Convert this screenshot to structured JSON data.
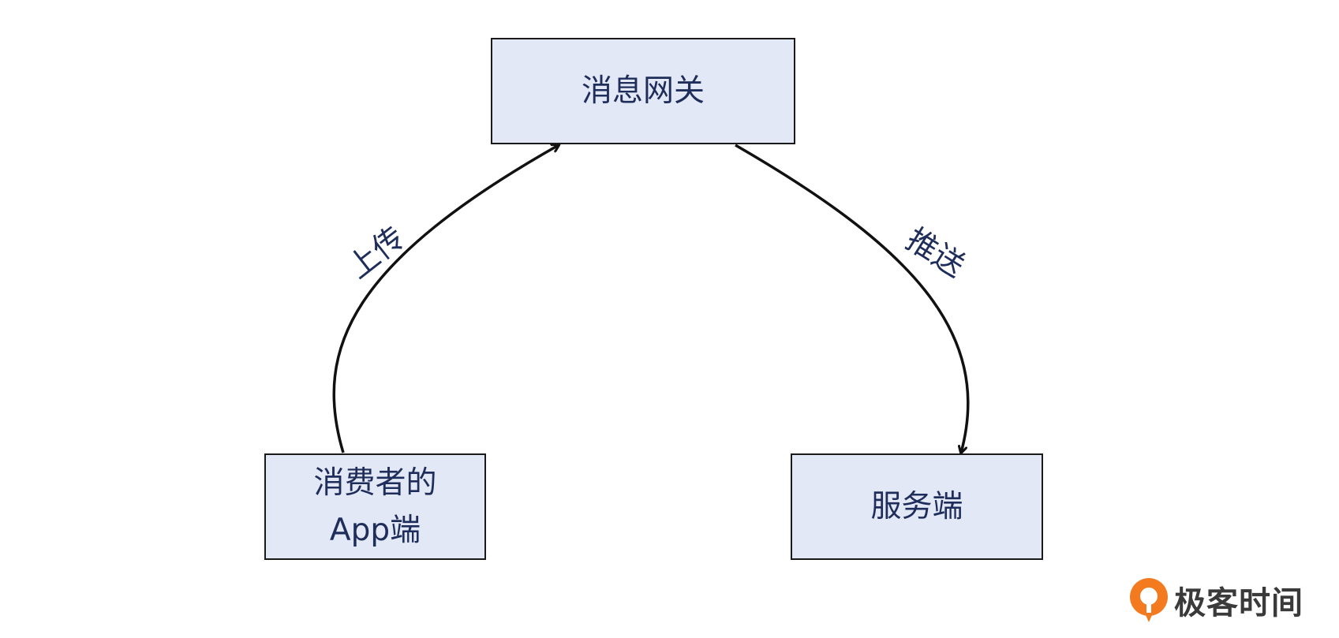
{
  "nodes": {
    "gateway": {
      "label": "消息网关"
    },
    "app": {
      "line1": "消费者的",
      "line2": "App端"
    },
    "server": {
      "label": "服务端"
    }
  },
  "edges": {
    "upload": {
      "label": "上传"
    },
    "push": {
      "label": "推送"
    }
  },
  "brand": {
    "name": "极客时间",
    "accent_color": "#f47a20"
  },
  "colors": {
    "node_fill": "#e3e8f7",
    "node_border": "#1a1a1a",
    "text": "#1f2d5a"
  }
}
